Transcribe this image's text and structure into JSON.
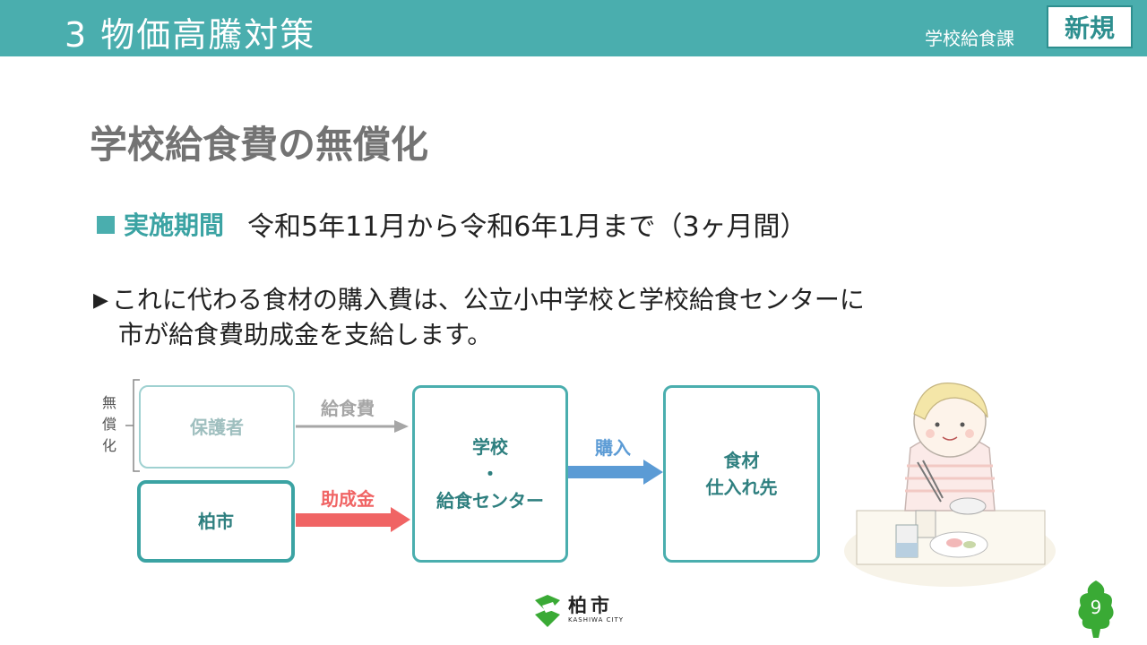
{
  "header": {
    "title": "3  物価高騰対策",
    "department": "学校給食課",
    "badge": "新規"
  },
  "heading": "学校給食費の無償化",
  "period": {
    "label": "実施期間",
    "value": "令和5年11月から令和6年1月まで（3ヶ月間）"
  },
  "description": {
    "line1": "これに代わる食材の購入費は、公立小中学校と学校給食センターに",
    "line2": "市が給食費助成金を支給します。"
  },
  "diagram": {
    "free_label": [
      "無",
      "償",
      "化"
    ],
    "parent_box": "保護者",
    "city_box": "柏市",
    "school_box": [
      "学校",
      "・",
      "給食センター"
    ],
    "supplier_box": [
      "食材",
      "仕入れ先"
    ],
    "fee_arrow": "給食費",
    "subsidy_arrow": "助成金",
    "purchase_arrow": "購入"
  },
  "footer": {
    "logo_text": "柏市",
    "logo_sub": "KASHIWA CITY",
    "page_number": "9"
  },
  "colors": {
    "accent": "#4aaeae",
    "heading_gray": "#737373",
    "subsidy_red": "#f06464",
    "purchase_blue": "#5b9bd5",
    "logo_green": "#3aaa35"
  },
  "icons": [
    "square-bullet-icon",
    "triangle-bullet-icon",
    "child-eating-illustration",
    "kashiwa-city-logo-icon",
    "leaf-page-badge-icon"
  ]
}
